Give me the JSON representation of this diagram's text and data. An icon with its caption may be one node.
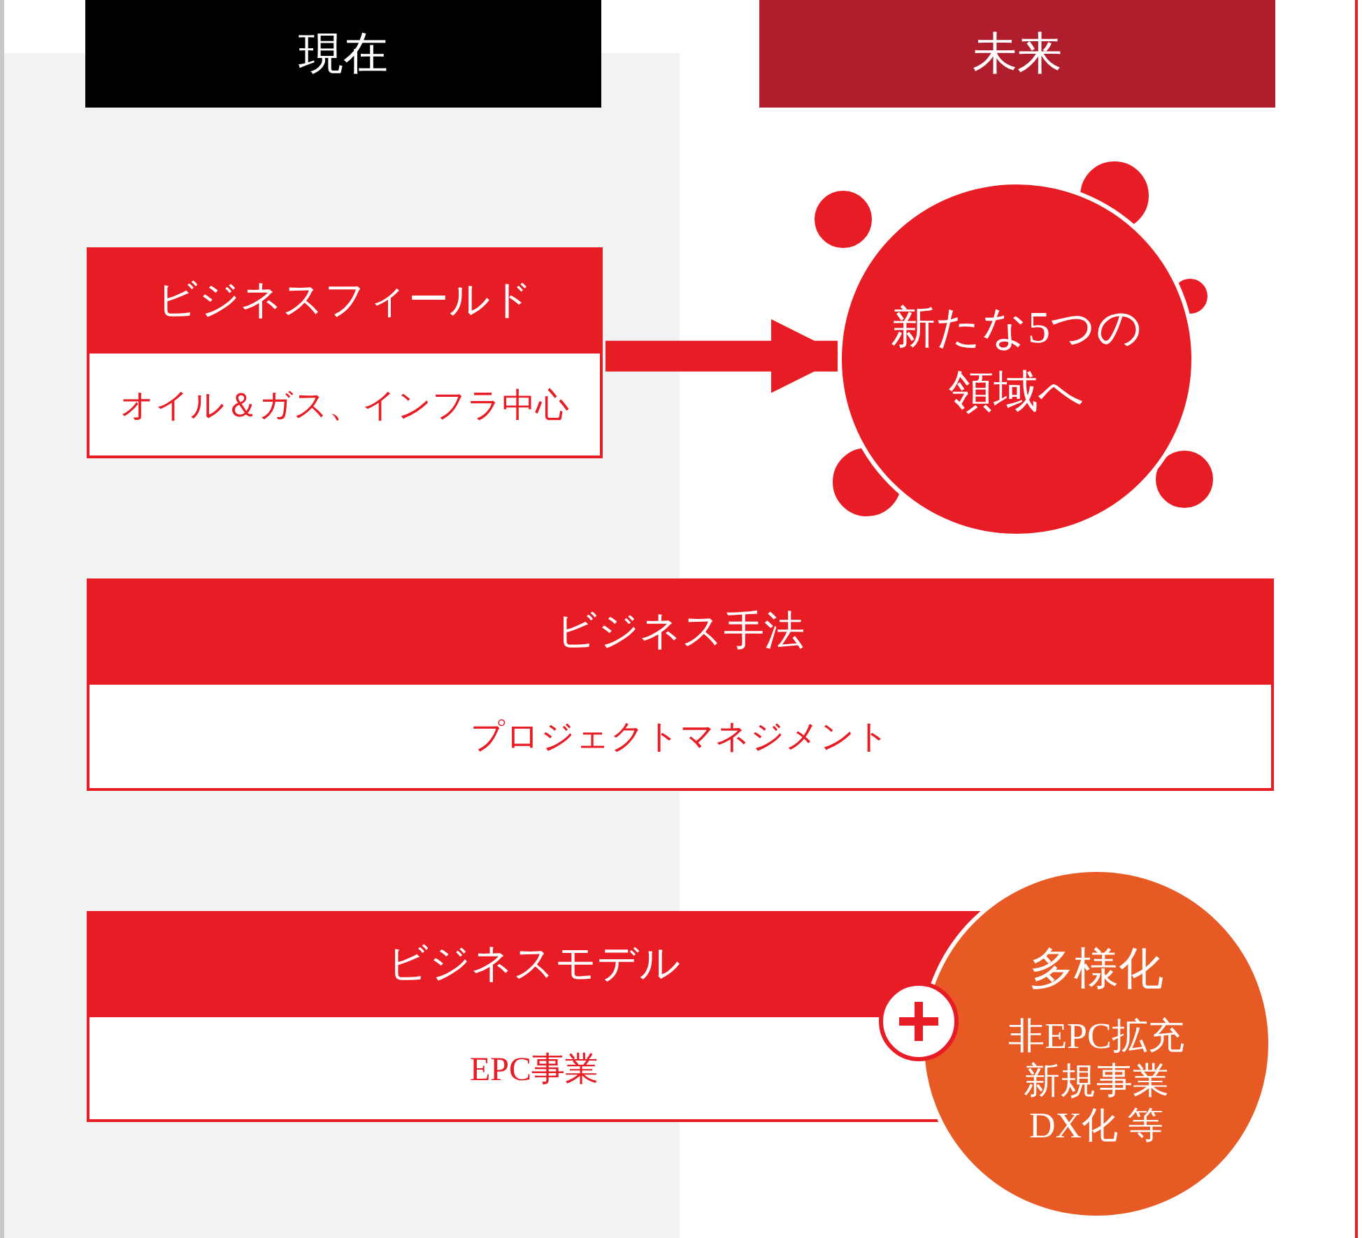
{
  "diagram": {
    "nodes": [
      {
        "text": [
          "現在"
        ]
      },
      {
        "text": [
          "未来"
        ]
      },
      {
        "text": [
          "ビジネスフィールド",
          "オイル＆ガス、インフラ中心"
        ]
      },
      {
        "text": [
          "新たな5つの領域へ"
        ]
      },
      {
        "text": [
          "ビジネス手法",
          "プロジェクトマネジメント"
        ]
      },
      {
        "text": [
          "ビジネスモデル",
          "EPC事業"
        ]
      },
      {
        "text": [
          "多様化",
          "非EPC拡充",
          "新規事業",
          "DX化 等"
        ]
      }
    ],
    "edges": [
      {
        "from": 2,
        "to": 3,
        "arrow": "to"
      }
    ]
  }
}
